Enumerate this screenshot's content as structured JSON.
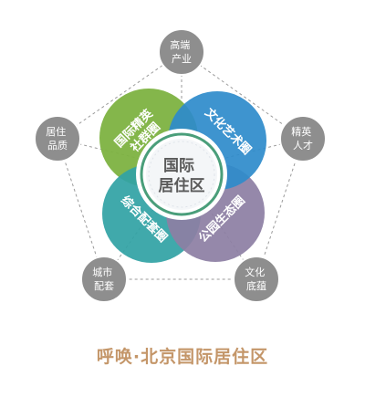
{
  "colors": {
    "node_fill": "#8e8e8e",
    "petal_green": "#7db241",
    "petal_blue": "#2e8bcb",
    "petal_purple": "#8d7fa4",
    "petal_teal": "#31a3a5",
    "title_color": "#c49669",
    "line_color": "#9a9a9a"
  },
  "outer_nodes": [
    {
      "name": "top",
      "line1": "高端",
      "line2": "产业"
    },
    {
      "name": "right",
      "line1": "精英",
      "line2": "人才"
    },
    {
      "name": "bottom-right",
      "line1": "文化",
      "line2": "底蕴"
    },
    {
      "name": "bottom-left",
      "line1": "城市",
      "line2": "配套"
    },
    {
      "name": "left",
      "line1": "居住",
      "line2": "品质"
    }
  ],
  "petals": [
    {
      "name": "green",
      "line1": "国际精英",
      "line2": "社群圈"
    },
    {
      "name": "blue",
      "line1": "文化艺术圈",
      "line2": ""
    },
    {
      "name": "purple",
      "line1": "公园生态圈",
      "line2": ""
    },
    {
      "name": "teal",
      "line1": "综合配套圈",
      "line2": ""
    }
  ],
  "center": {
    "line1": "国际",
    "line2": "居住区"
  },
  "footer": {
    "slogan": "呼唤·北京国际居住区"
  }
}
